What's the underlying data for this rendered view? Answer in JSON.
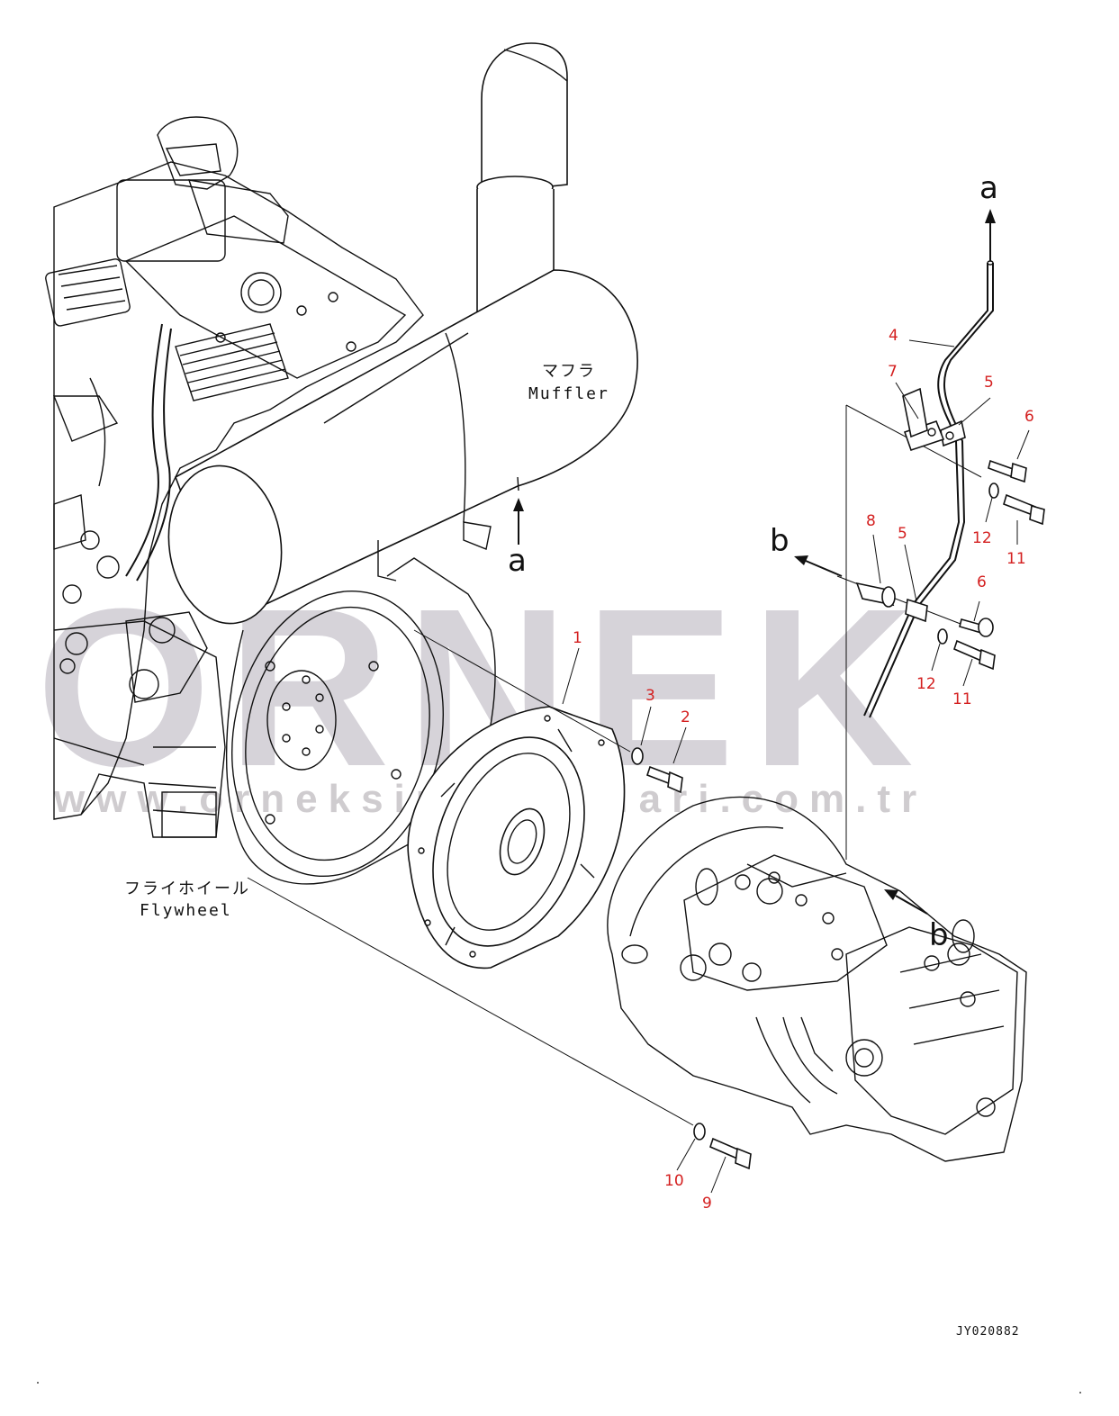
{
  "watermark": {
    "brand": "ORNEK",
    "url": "www.orneksimakinalari.com.tr"
  },
  "component_labels": {
    "muffler_jp": "マフラ",
    "muffler_en": "Muffler",
    "flywheel_jp": "フライホイール",
    "flywheel_en": "Flywheel"
  },
  "view_markers": {
    "a_top": "a",
    "a_muffler": "a",
    "b_left": "b",
    "b_right": "b"
  },
  "callouts": {
    "c1": "1",
    "c2": "2",
    "c3": "3",
    "c4": "4",
    "c5_upper": "5",
    "c5_lower": "5",
    "c6_upper": "6",
    "c6_lower": "6",
    "c7": "7",
    "c8": "8",
    "c9": "9",
    "c10": "10",
    "c11_upper": "11",
    "c11_lower": "11",
    "c12_upper": "12",
    "c12_lower": "12"
  },
  "drawing_code": "JY020882",
  "colors": {
    "callout": "#d42020",
    "watermark": "#d6d3d9",
    "line": "#111111"
  }
}
